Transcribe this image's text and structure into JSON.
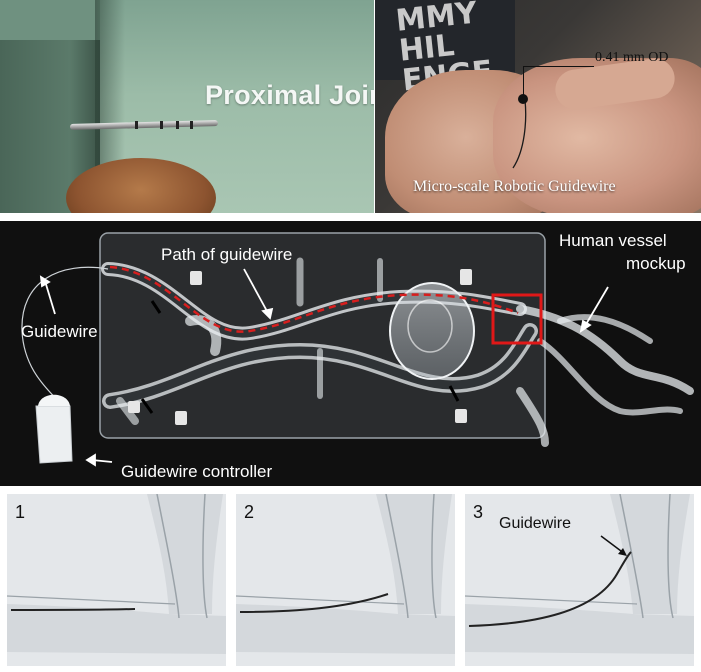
{
  "panel_proximal": {
    "title": "Proximal Joint"
  },
  "panel_hand": {
    "od_label": "0.41 mm OD",
    "caption": "Micro-scale Robotic Guidewire",
    "shirt_text": "MMY\nHIL\nENGE"
  },
  "panel_mockup": {
    "path_label": "Path of guidewire",
    "vessel_label_line1": "Human vessel",
    "vessel_label_line2": "mockup",
    "guidewire_label": "Guidewire",
    "controller_label": "Guidewire controller",
    "path_color": "#d81e1e",
    "box_color": "#e01818"
  },
  "sequence": [
    {
      "number": "1"
    },
    {
      "number": "2"
    },
    {
      "number": "3",
      "label": "Guidewire"
    }
  ]
}
